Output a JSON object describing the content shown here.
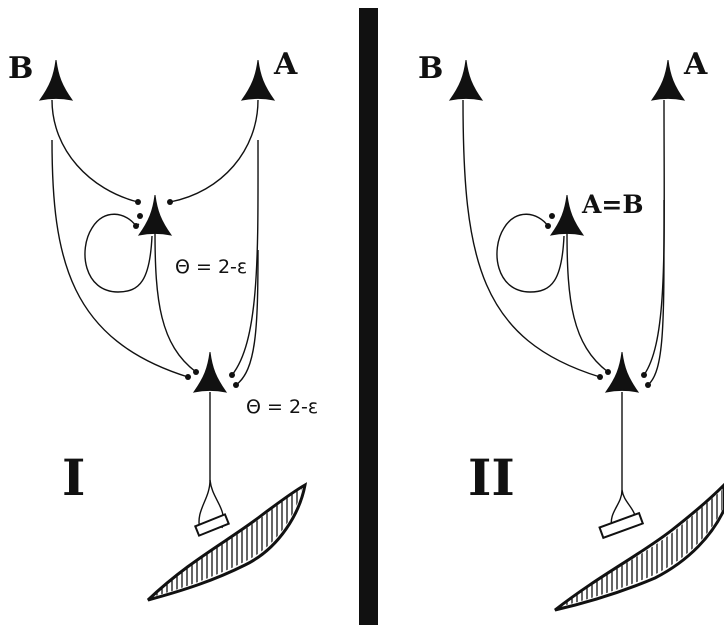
{
  "panel_1": {
    "numeral": "I",
    "neuron_b_label": "B",
    "neuron_a_label": "A",
    "upper_threshold": "Θ = 2-ε",
    "lower_threshold": "Θ = 2-ε"
  },
  "panel_2": {
    "numeral": "II",
    "neuron_b_label": "B",
    "neuron_a_label": "A",
    "middle_label": "A=B"
  }
}
